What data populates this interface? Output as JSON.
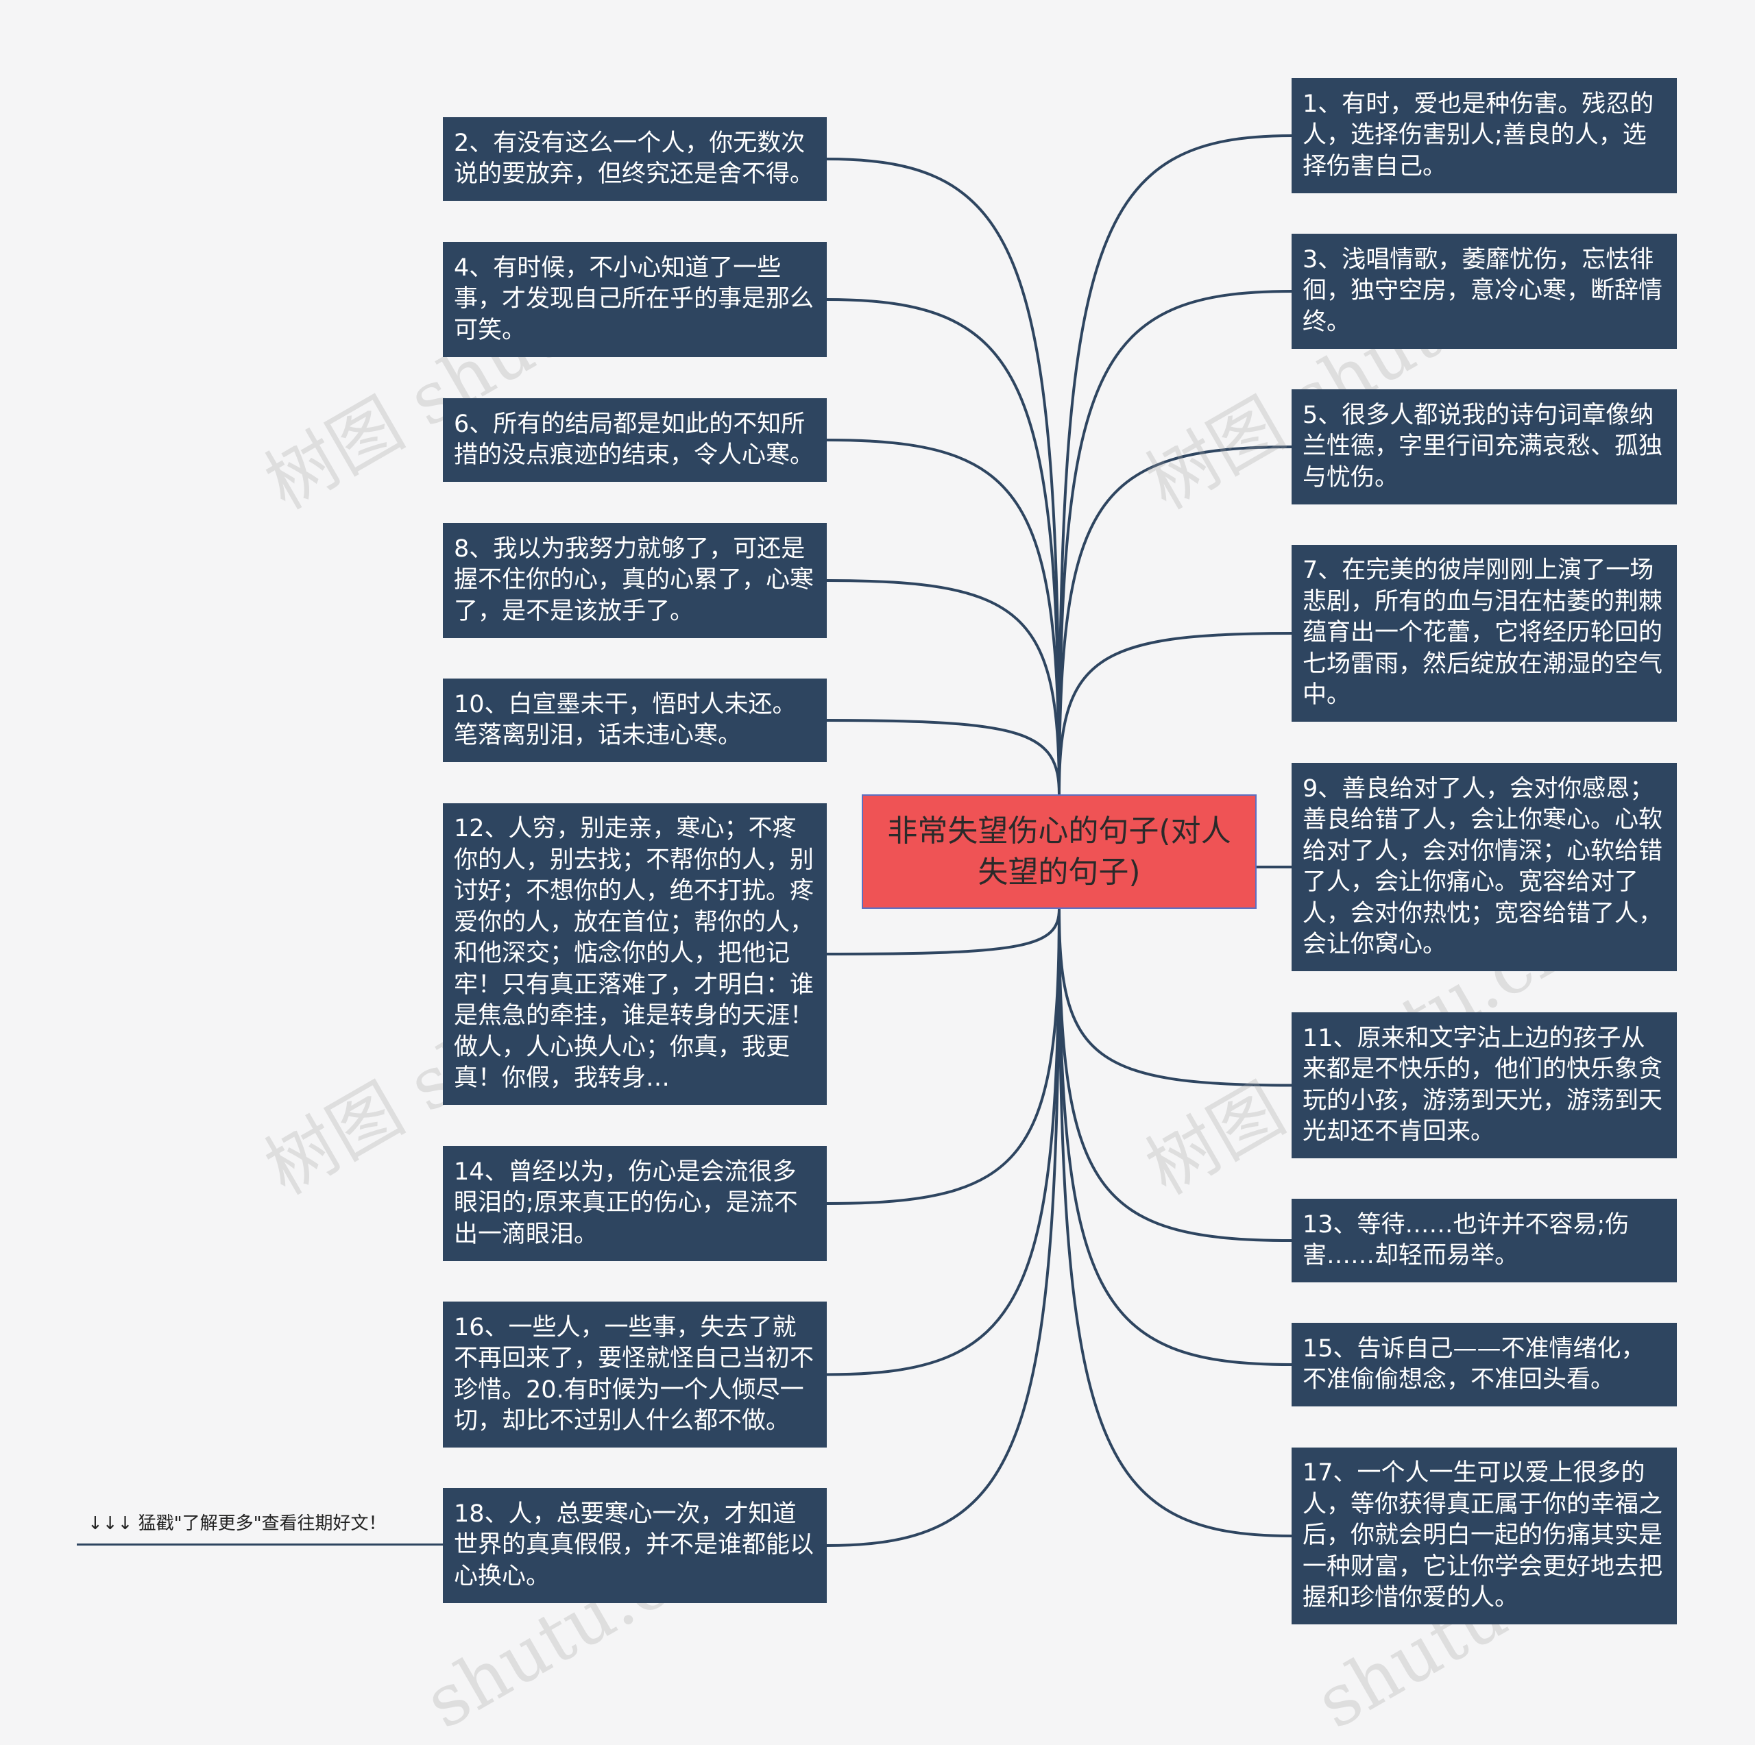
{
  "center": {
    "title": "非常失望伤心的句子(对人失望的句子)"
  },
  "left_nodes": [
    {
      "text": "2、有没有这么一个人，你无数次说的要放弃，但终究还是舍不得。"
    },
    {
      "text": "4、有时候，不小心知道了一些事，才发现自己所在乎的事是那么可笑。"
    },
    {
      "text": "6、所有的结局都是如此的不知所措的没点痕迹的结束，令人心寒。"
    },
    {
      "text": "8、我以为我努力就够了，可还是握不住你的心，真的心累了，心寒了，是不是该放手了。"
    },
    {
      "text": "10、白宣墨未干，悟时人未还。笔落离别泪，话未违心寒。"
    },
    {
      "text": "12、人穷，别走亲，寒心；不疼你的人，别去找；不帮你的人，别讨好；不想你的人，绝不打扰。疼爱你的人，放在首位；帮你的人，和他深交；惦念你的人，把他记牢！只有真正落难了，才明白：谁是焦急的牵挂，谁是转身的天涯！做人，人心换人心；你真，我更真！你假，我转身…"
    },
    {
      "text": "14、曾经以为，伤心是会流很多眼泪的;原来真正的伤心，是流不出一滴眼泪。"
    },
    {
      "text": "16、一些人，一些事，失去了就不再回来了，要怪就怪自己当初不珍惜。20.有时候为一个人倾尽一切，却比不过别人什么都不做。"
    },
    {
      "text": "18、人，总要寒心一次，才知道世界的真真假假，并不是谁都能以心换心。"
    }
  ],
  "right_nodes": [
    {
      "text": "1、有时，爱也是种伤害。残忍的人，选择伤害别人;善良的人，选择伤害自己。"
    },
    {
      "text": "3、浅唱情歌，萎靡忧伤，忘怯徘徊，独守空房，意冷心寒，断辞情终。"
    },
    {
      "text": "5、很多人都说我的诗句词章像纳兰性德，字里行间充满哀愁、孤独与忧伤。"
    },
    {
      "text": "7、在完美的彼岸刚刚上演了一场悲剧，所有的血与泪在枯萎的荆棘蕴育出一个花蕾，它将经历轮回的七场雷雨，然后绽放在潮湿的空气中。"
    },
    {
      "text": "9、善良给对了人，会对你感恩；善良给错了人，会让你寒心。心软给对了人，会对你情深；心软给错了人，会让你痛心。宽容给对了人，会对你热忱；宽容给错了人，会让你窝心。"
    },
    {
      "text": "11、原来和文字沾上边的孩子从来都是不快乐的，他们的快乐象贪玩的小孩，游荡到天光，游荡到天光却还不肯回来。"
    },
    {
      "text": "13、等待……也许并不容易;伤害……却轻而易举。"
    },
    {
      "text": "15、告诉自己——不准情绪化，不准偷偷想念，不准回头看。"
    },
    {
      "text": "17、一个人一生可以爱上很多的人，等你获得真正属于你的幸福之后，你就会明白一起的伤痛其实是一种财富，它让你学会更好地去把握和珍惜你爱的人。"
    }
  ],
  "footer": {
    "note": "↓↓↓ 猛戳\"了解更多\"查看往期好文！"
  },
  "watermarks": [
    "树图 shutu.cn",
    "树图 shutu.cn",
    "树图 shutu.cn",
    "树图 shutu.cn",
    "shutu.cn",
    "shutu.cn"
  ],
  "colors": {
    "node_bg": "#2e4560",
    "center_bg": "#ef5355",
    "line": "#2e4560",
    "background": "#f5f5f6"
  }
}
